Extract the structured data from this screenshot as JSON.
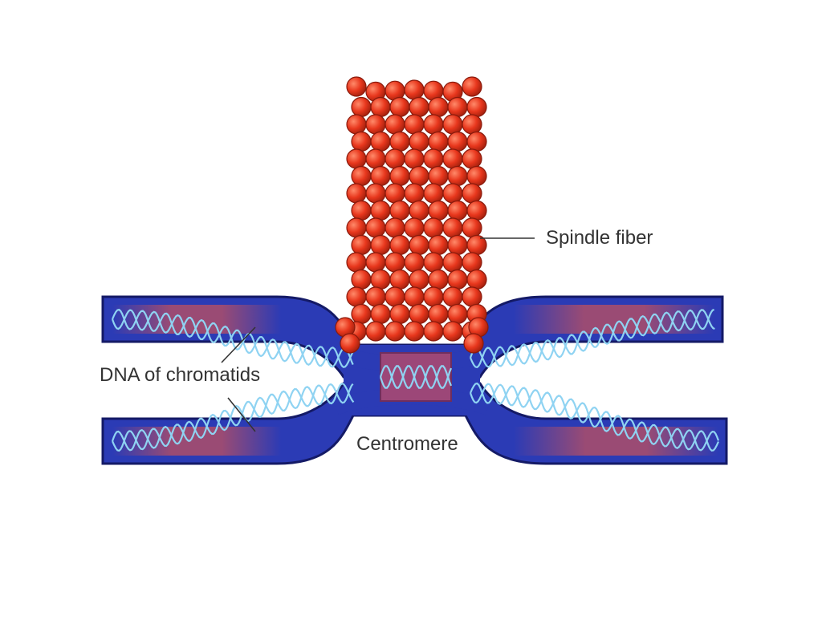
{
  "labels": {
    "spindle_fiber": "Spindle fiber",
    "dna_of_chromatids": "DNA of chromatids",
    "centromere": "Centromere"
  },
  "colors": {
    "background": "#ffffff",
    "chromatid_body": "#2b3bb5",
    "chromatid_edge": "#141a66",
    "chromatid_glow": "#d9544f",
    "dna_strand": "#8fd3f2",
    "bead_fill": "#e8371d",
    "bead_edge": "#8a1a0c",
    "centromere_box": "#b04a6e",
    "leader_line": "#333333"
  }
}
